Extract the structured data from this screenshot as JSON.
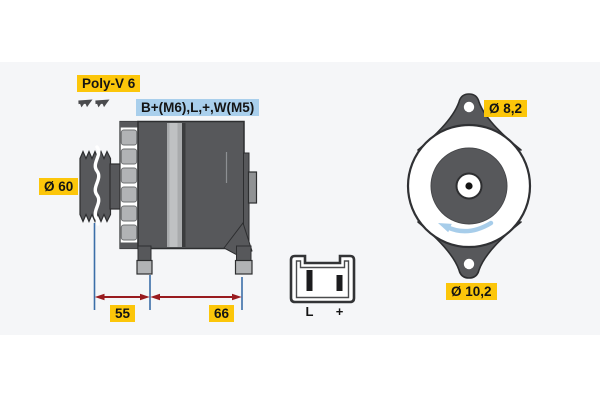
{
  "colors": {
    "background": "#ffffff",
    "panel": "#f5f6f8",
    "label_yellow": "#fcc60a",
    "label_blue": "#a9cfec",
    "label_text": "#141414",
    "body_dark": "#57585b",
    "body_light": "#b1b3b5",
    "body_lighter": "#bfc1c3",
    "outline": "#2d2e30",
    "dim_line_blue": "#3b6ea8",
    "dim_arrow_red": "#991b1f",
    "rotation_arrow_blue": "#a7cdea"
  },
  "labels": {
    "belt_type": "Poly-V 6",
    "terminals": "B+(M6),L,+,W(M5)",
    "pulley_diameter": "Ø 60",
    "top_hole_diameter": "Ø 8,2",
    "bottom_hole_diameter": "Ø 10,2",
    "dim_pulley_to_front_foot": "55",
    "dim_front_to_rear_foot": "66",
    "connector_pin_left": "L",
    "connector_pin_right": "+"
  },
  "icons": {
    "belt_profile_icon": "poly-v-belt-cross-section",
    "rotation_arrow_icon": "counterclockwise-rotation"
  }
}
